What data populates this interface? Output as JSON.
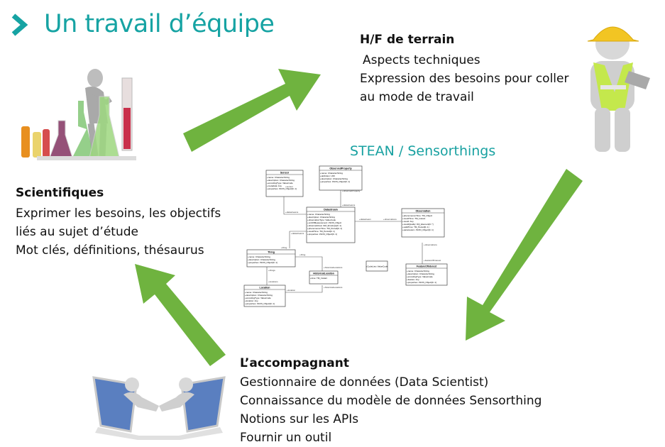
{
  "title": "Un travail d’équipe",
  "terrain": {
    "heading": "H/F de terrain",
    "lines": [
      "Aspects techniques",
      "Expression des besoins pour coller",
      "au mode de travail"
    ]
  },
  "scientifiques": {
    "heading": "Scientifiques",
    "lines": [
      "Exprimer les besoins, les objectifs",
      "liés au sujet d’étude",
      "Mot clés, définitions, thésaurus"
    ]
  },
  "accompagnant": {
    "heading": "L’accompagnant",
    "lines": [
      "Gestionnaire de données (Data Scientist)",
      "Connaissance du modèle de données Sensorthing",
      "Notions sur les APIs",
      "Fournir un outil"
    ]
  },
  "model_title": "STEAN / Sensorthings",
  "uml": {
    "sensor": {
      "name": "Sensor",
      "attrs": [
        "+name: CharacterString",
        "+description: CharacterString",
        "+encodingType: ValueCode",
        "+metadata: Any",
        "+properties: JSON_Object[0..1]"
      ]
    },
    "observed_property": {
      "name": "ObservedProperty",
      "attrs": [
        "+name: CharacterString",
        "+definition: URI",
        "+description: CharacterString",
        "+properties: JSON_Object[0..1]"
      ]
    },
    "datastream": {
      "name": "Datastream",
      "attrs": [
        "+name: CharacterString",
        "+description: CharacterString",
        "+observationType: ValueCode",
        "+unitOfMeasurement: JSON_Object",
        "+observedArea: GM_Envelope[0..1]",
        "+phenomenonTime: TM_Period[0..1]",
        "+resultTime: TM_Period[0..1]",
        "+properties: JSON_Object[0..1]"
      ]
    },
    "observation": {
      "name": "Observation",
      "attrs": [
        "+phenomenonTime: TM_Object",
        "+resultTime: TM_Instant",
        "+result: Any",
        "+resultQuality: DQ_Element[0..*]",
        "+validTime: TM_Period[0..1]",
        "+parameters: JSON_Object[0..1]"
      ]
    },
    "thing": {
      "name": "Thing",
      "attrs": [
        "+name: CharacterString",
        "+description: CharacterString",
        "+properties: JSON_Object[0..1]"
      ]
    },
    "historical_location": {
      "name": "HistoricalLocation",
      "attrs": [
        "+time: TM_Instant"
      ]
    },
    "location": {
      "name": "Location",
      "attrs": [
        "+name: CharacterString",
        "+description: CharacterString",
        "+encodingType: ValueCode",
        "+location: Any",
        "+properties: JSON_Object[0..1]"
      ]
    },
    "feature_of_interest": {
      "name": "FeatureOfInterest",
      "attrs": [
        "+name: CharacterString",
        "+description: CharacterString",
        "+encodingType: ValueCode",
        "+feature: Any",
        "+properties: JSON_Object[0..1]"
      ]
    },
    "value_code": {
      "name": "«CodeList» ValueCode"
    },
    "roles": {
      "sensor": "+sensor",
      "datastreams": "+datastreams",
      "observed_property": "+observedProperty",
      "observations": "+observations",
      "datastream": "+datastream",
      "thing": "+thing",
      "things": "+things",
      "locations": "+locations",
      "historical_locations": "+historicalLocations",
      "location": "+location",
      "feature_of_interest": "+featureOfInterest"
    }
  },
  "colors": {
    "accent": "#16a3a3",
    "arrow": "#6fb33f"
  }
}
